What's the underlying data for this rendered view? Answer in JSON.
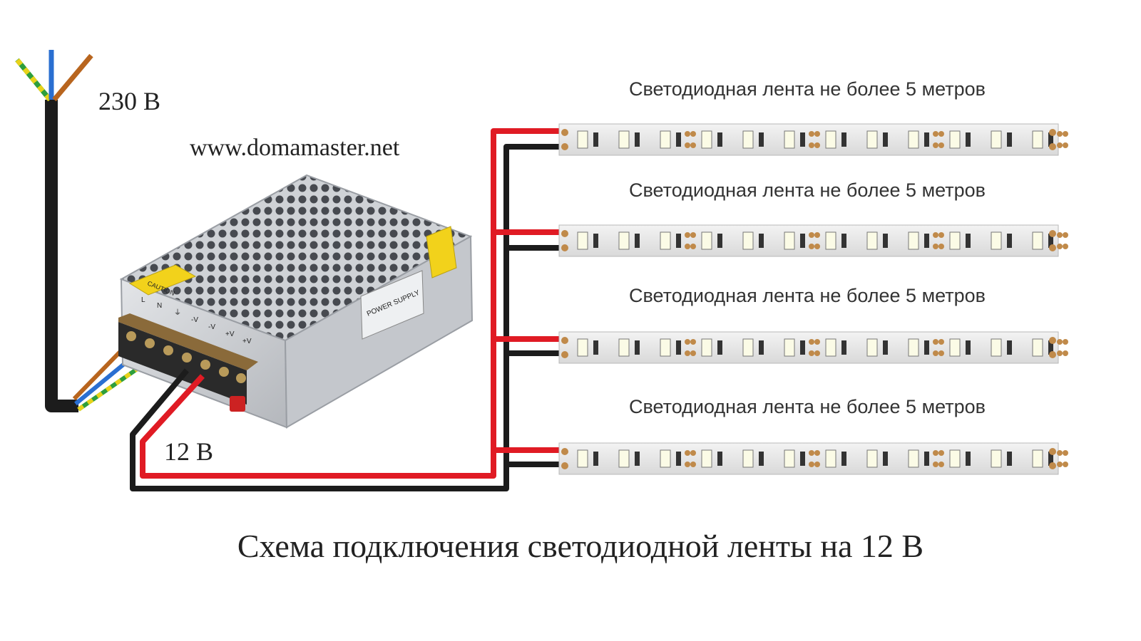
{
  "labels": {
    "mains_voltage": "230 В",
    "website": "www.domamaster.net",
    "output_voltage": "12 В",
    "title": "Схема подключения светодиодной ленты на 12 В"
  },
  "psu": {
    "caution_label": "CAUTION",
    "brand_label": "POWER SUPPLY",
    "terminal_labels": [
      "L",
      "N",
      "⏚",
      "-V",
      "-V",
      "+V",
      "+V"
    ]
  },
  "strips": [
    {
      "label": "Светодиодная лента не более 5 метров"
    },
    {
      "label": "Светодиодная лента не более 5 метров"
    },
    {
      "label": "Светодиодная лента не более 5 метров"
    },
    {
      "label": "Светодиодная лента не более 5 метров"
    }
  ],
  "colors": {
    "positive_wire": "#e01b24",
    "negative_wire": "#1c1c1c",
    "mains_cable": "#1c1c1c",
    "phase_wire": "#b8651e",
    "neutral_wire": "#2a6fd1",
    "ground_wire_green": "#2e9e3c",
    "ground_wire_yellow": "#e8d21a",
    "strip_body": "#ebebeb",
    "led": "#fbfbe6",
    "pad": "#c08a4a"
  }
}
